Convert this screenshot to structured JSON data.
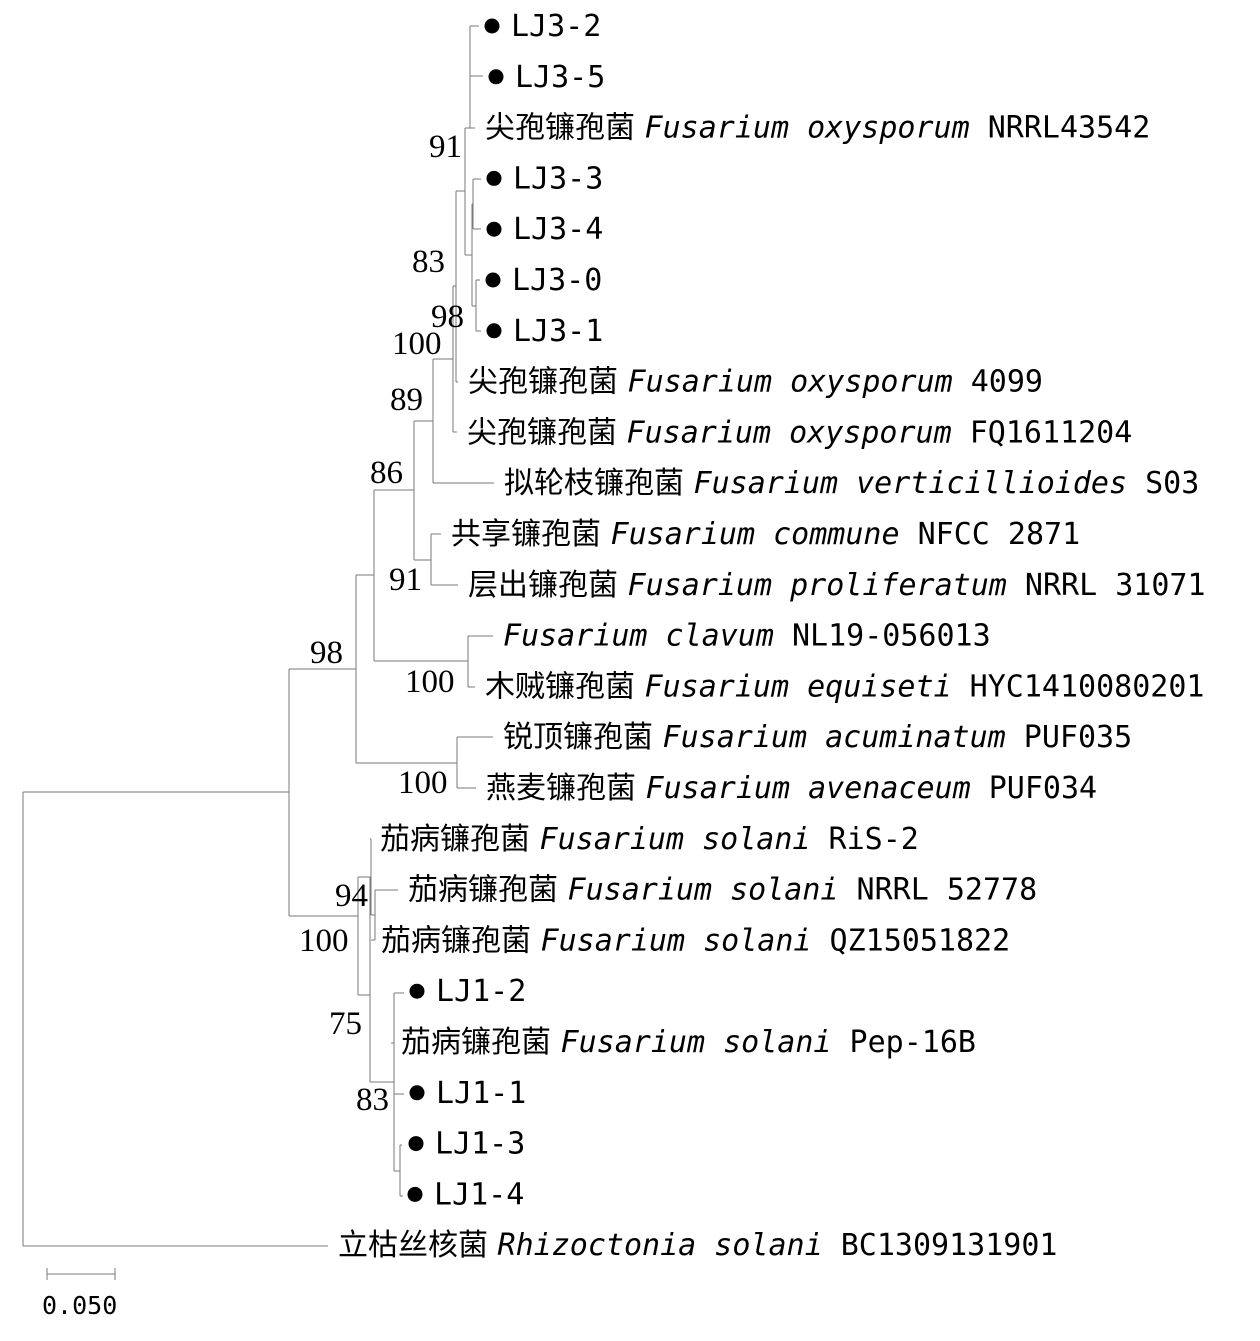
{
  "tree": {
    "leaves": [
      {
        "label": "LJ3-2",
        "marked": true
      },
      {
        "label": "LJ3-5",
        "marked": true
      },
      {
        "chinese": "尖孢镰孢菌",
        "species": "Fusarium oxysporum",
        "strain": "NRRL43542",
        "marked": false
      },
      {
        "label": "LJ3-3",
        "marked": true
      },
      {
        "label": "LJ3-4",
        "marked": true
      },
      {
        "label": "LJ3-0",
        "marked": true
      },
      {
        "label": "LJ3-1",
        "marked": true
      },
      {
        "chinese": "尖孢镰孢菌",
        "species": "Fusarium oxysporum",
        "strain": "4099",
        "marked": false
      },
      {
        "chinese": "尖孢镰孢菌",
        "species": "Fusarium oxysporum",
        "strain": "FQ1611204",
        "marked": false
      },
      {
        "chinese": "拟轮枝镰孢菌",
        "species": "Fusarium verticillioides",
        "strain": "S03",
        "marked": false
      },
      {
        "chinese": "共享镰孢菌",
        "species": "Fusarium commune",
        "strain": "NFCC 2871",
        "marked": false
      },
      {
        "chinese": "层出镰孢菌",
        "species": "Fusarium proliferatum",
        "strain": "NRRL 31071",
        "marked": false
      },
      {
        "chinese": "",
        "species": "Fusarium clavum",
        "strain": "NL19-056013",
        "marked": false
      },
      {
        "chinese": "木贼镰孢菌",
        "species": "Fusarium equiseti",
        "strain": "HYC1410080201",
        "marked": false
      },
      {
        "chinese": "锐顶镰孢菌",
        "species": "Fusarium acuminatum",
        "strain": "PUF035",
        "marked": false
      },
      {
        "chinese": "燕麦镰孢菌",
        "species": "Fusarium avenaceum",
        "strain": "PUF034",
        "marked": false
      },
      {
        "chinese": "茄病镰孢菌",
        "species": "Fusarium solani",
        "strain": "RiS-2",
        "marked": false
      },
      {
        "chinese": "茄病镰孢菌",
        "species": "Fusarium solani",
        "strain": "NRRL 52778",
        "marked": false
      },
      {
        "chinese": "茄病镰孢菌",
        "species": "Fusarium solani",
        "strain": "QZ15051822",
        "marked": false
      },
      {
        "label": "LJ1-2",
        "marked": true
      },
      {
        "chinese": "茄病镰孢菌",
        "species": "Fusarium solani",
        "strain": "Pep-16B",
        "marked": false
      },
      {
        "label": "LJ1-1",
        "marked": true
      },
      {
        "label": "LJ1-3",
        "marked": true
      },
      {
        "label": "LJ1-4",
        "marked": true
      },
      {
        "chinese": "立枯丝核菌",
        "species": "Rhizoctonia solani",
        "strain": "BC1309131901",
        "marked": false
      }
    ],
    "bootstrap": [
      "91",
      "83",
      "98",
      "100",
      "89",
      "86",
      "91",
      "98",
      "100",
      "100",
      "94",
      "100",
      "75",
      "83"
    ],
    "scale_bar": {
      "label": "0.050",
      "value": 0.05
    }
  }
}
